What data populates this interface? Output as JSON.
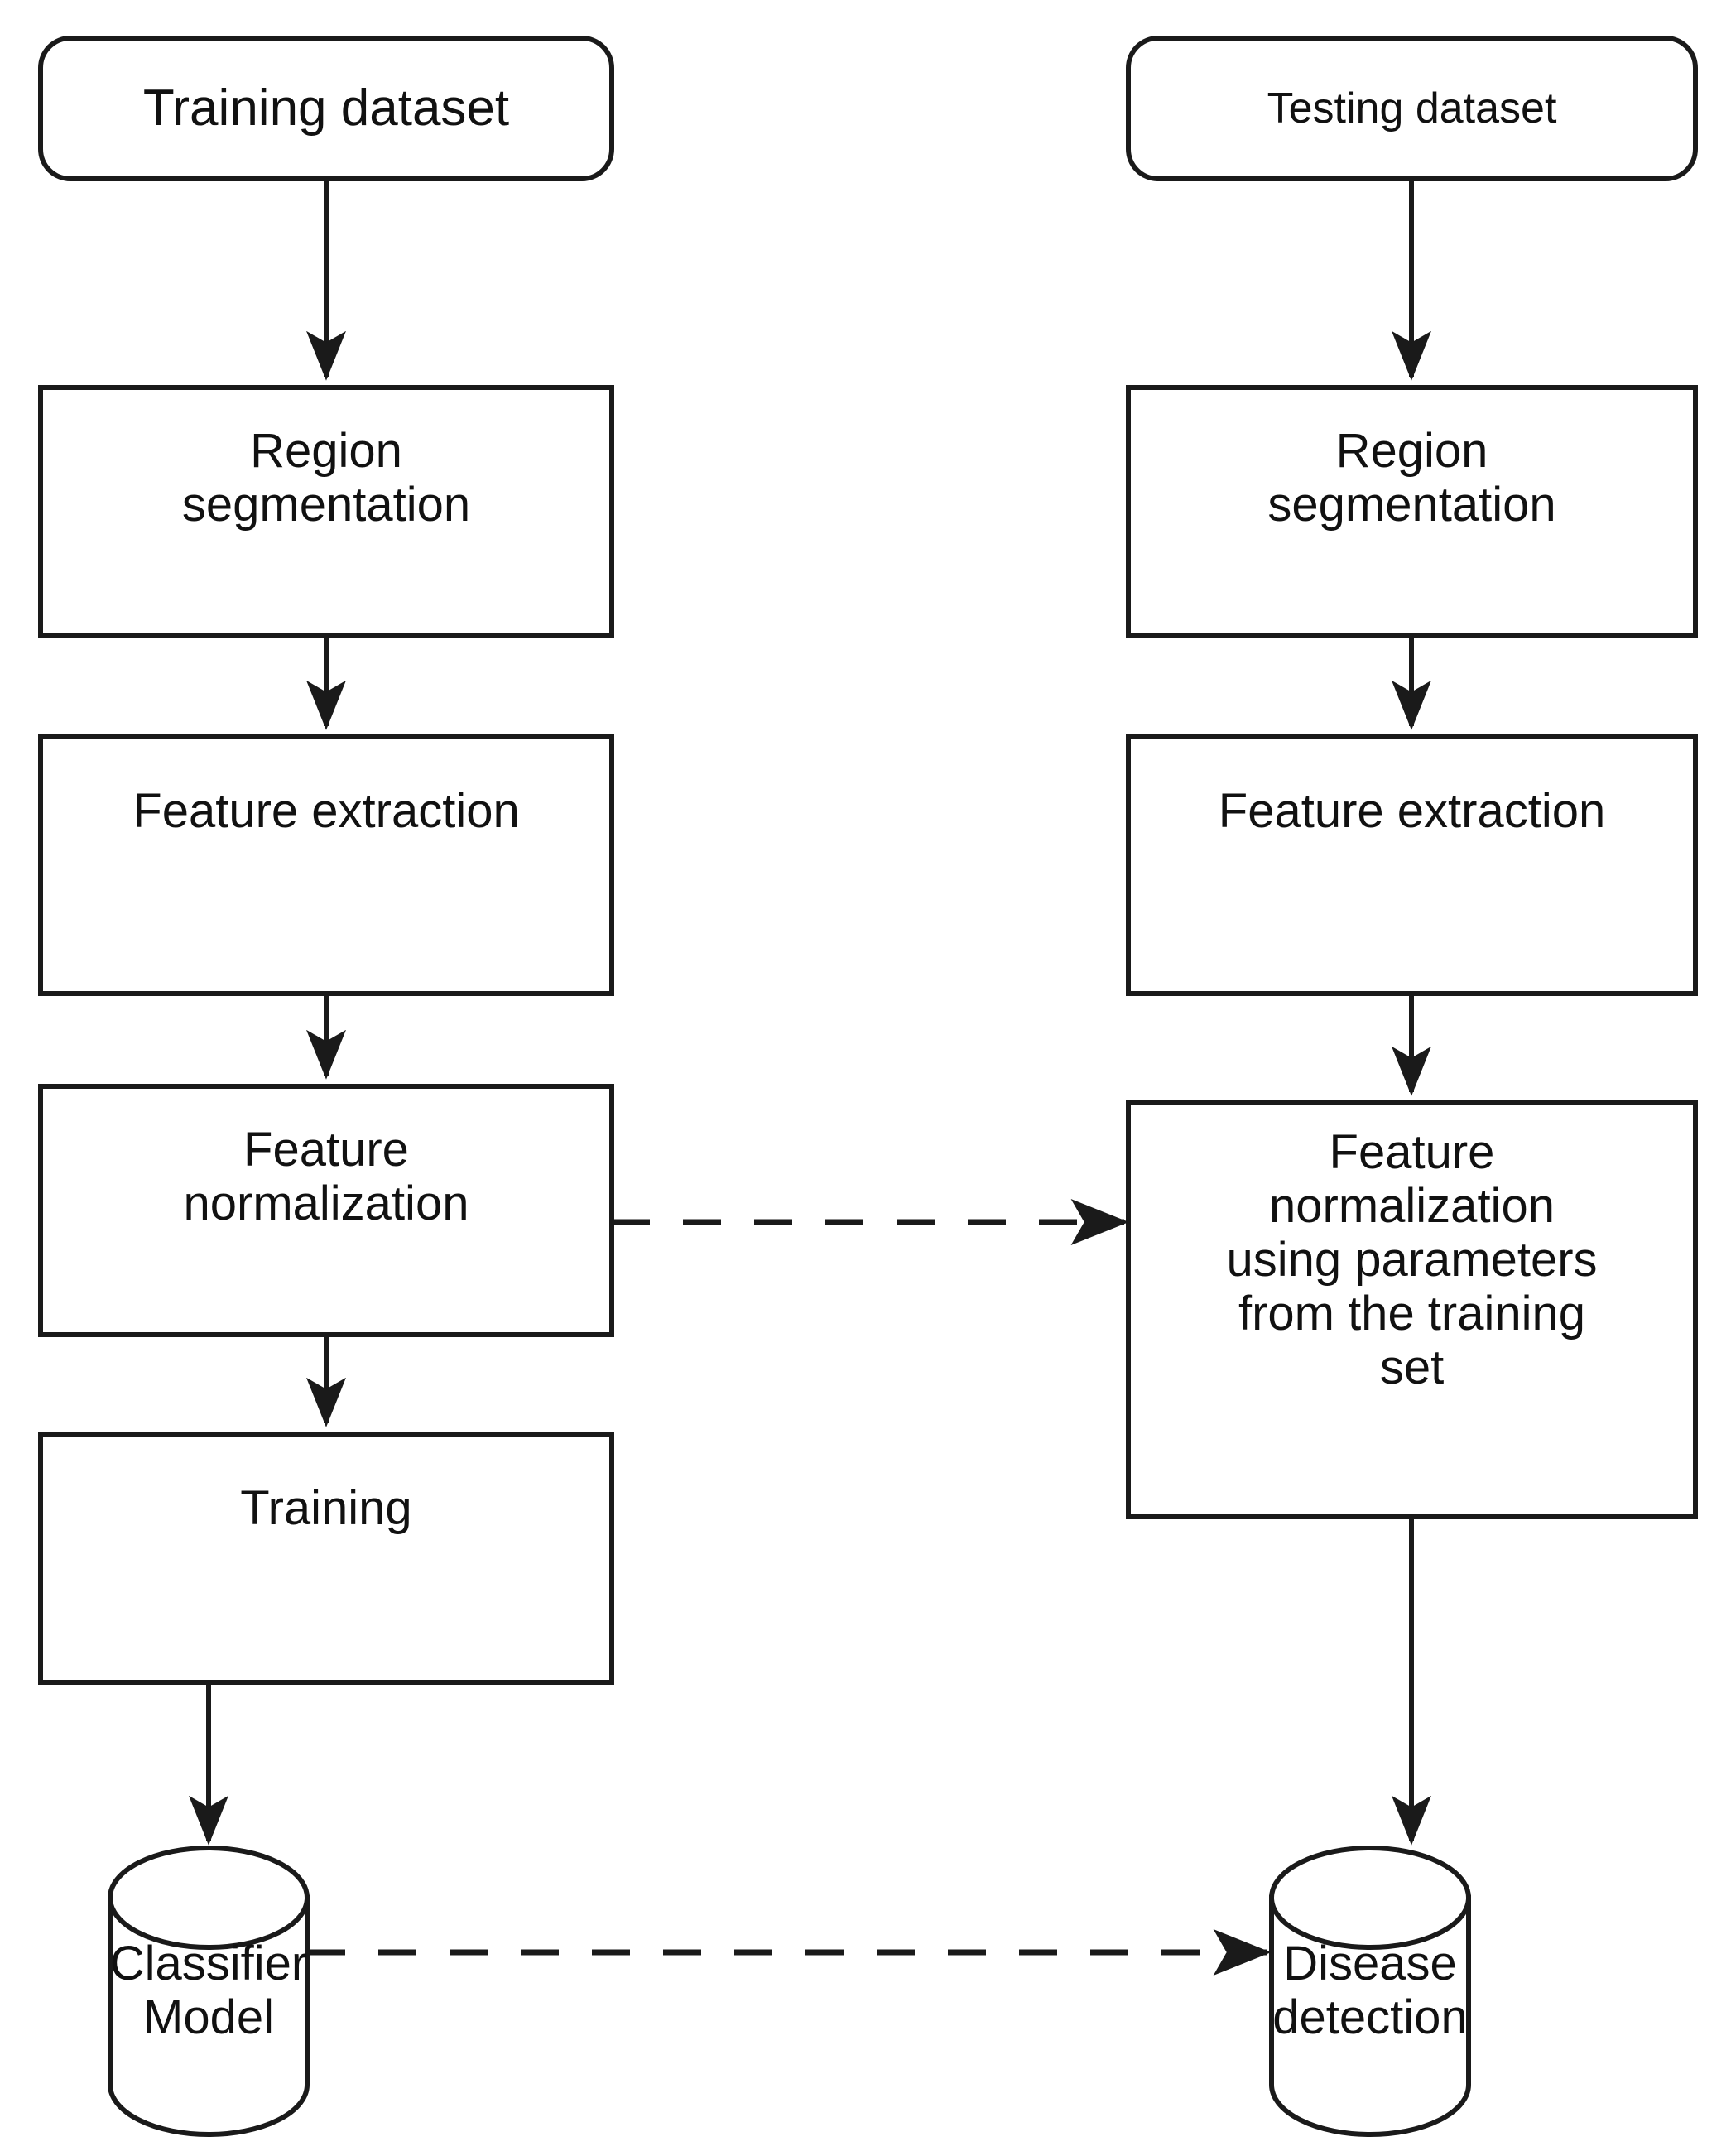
{
  "diagram": {
    "title": "Training and testing pipeline for disease detection",
    "background_color": "#ffffff",
    "stroke_color": "#1a1a1a",
    "text_color": "#111111"
  },
  "columns": {
    "left": {
      "name": "training-pipeline"
    },
    "right": {
      "name": "testing-pipeline"
    }
  },
  "nodes": {
    "training_dataset": {
      "label": "Training dataset",
      "shape": "rounded-rectangle"
    },
    "testing_dataset": {
      "label": "Testing dataset",
      "shape": "rounded-rectangle"
    },
    "region_segmentation_left": {
      "label": "Region\nsegmentation",
      "shape": "rectangle"
    },
    "region_segmentation_right": {
      "label": "Region\nsegmentation",
      "shape": "rectangle"
    },
    "feature_extraction_left": {
      "label": "Feature extraction",
      "shape": "rectangle"
    },
    "feature_extraction_right": {
      "label": "Feature extraction",
      "shape": "rectangle"
    },
    "feature_normalization_left": {
      "label": "Feature\nnormalization",
      "shape": "rectangle"
    },
    "feature_normalization_right": {
      "label": "Feature\nnormalization\nusing parameters\nfrom the training\nset",
      "shape": "rectangle"
    },
    "training": {
      "label": "Training",
      "shape": "rectangle"
    },
    "classifier_model": {
      "label": "Classifier\nModel",
      "shape": "cylinder"
    },
    "disease_detection": {
      "label": "Disease\ndetection",
      "shape": "cylinder"
    }
  },
  "edges": [
    {
      "name": "training-dataset-to-region-segmentation",
      "from": "training_dataset",
      "to": "region_segmentation_left",
      "style": "solid",
      "direction": "down"
    },
    {
      "name": "region-segmentation-to-feature-extraction-left",
      "from": "region_segmentation_left",
      "to": "feature_extraction_left",
      "style": "solid",
      "direction": "down"
    },
    {
      "name": "feature-extraction-to-feature-normalization-left",
      "from": "feature_extraction_left",
      "to": "feature_normalization_left",
      "style": "solid",
      "direction": "down"
    },
    {
      "name": "feature-normalization-to-training",
      "from": "feature_normalization_left",
      "to": "training",
      "style": "solid",
      "direction": "down"
    },
    {
      "name": "training-to-classifier-model",
      "from": "training",
      "to": "classifier_model",
      "style": "solid",
      "direction": "down"
    },
    {
      "name": "testing-dataset-to-region-segmentation",
      "from": "testing_dataset",
      "to": "region_segmentation_right",
      "style": "solid",
      "direction": "down"
    },
    {
      "name": "region-segmentation-to-feature-extraction-right",
      "from": "region_segmentation_right",
      "to": "feature_extraction_right",
      "style": "solid",
      "direction": "down"
    },
    {
      "name": "feature-extraction-to-feature-normalization-right",
      "from": "feature_extraction_right",
      "to": "feature_normalization_right",
      "style": "solid",
      "direction": "down"
    },
    {
      "name": "feature-normalization-right-to-disease-detection",
      "from": "feature_normalization_right",
      "to": "disease_detection",
      "style": "solid",
      "direction": "down"
    },
    {
      "name": "feature-normalization-left-to-right",
      "from": "feature_normalization_left",
      "to": "feature_normalization_right",
      "style": "dashed",
      "direction": "right"
    },
    {
      "name": "classifier-model-to-disease-detection",
      "from": "classifier_model",
      "to": "disease_detection",
      "style": "dashed",
      "direction": "right"
    }
  ]
}
